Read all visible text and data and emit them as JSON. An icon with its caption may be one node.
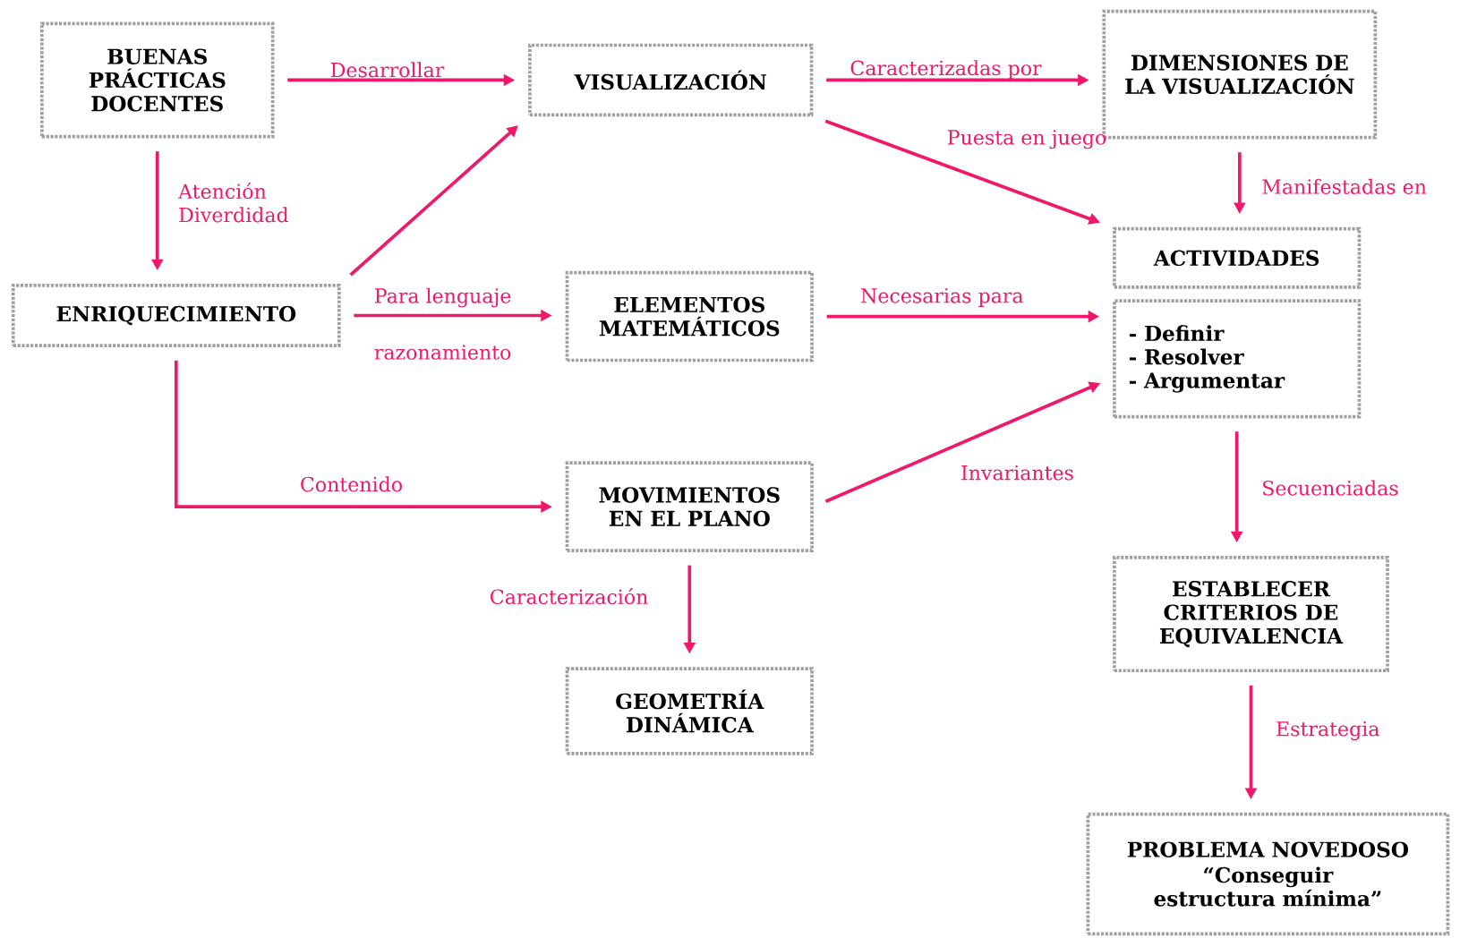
{
  "diagram": {
    "nodes": [
      {
        "text": [
          "BUENAS PRÁCTICAS DOCENTES"
        ]
      },
      {
        "text": [
          "VISUALIZACIÓN"
        ]
      },
      {
        "text": [
          "DIMENSIONES DE LA VISUALIZACIÓN"
        ]
      },
      {
        "text": [
          "ENRIQUECIMIENTO"
        ]
      },
      {
        "text": [
          "ELEMENTOS MATEMÁTICOS"
        ]
      },
      {
        "text": [
          "ACTIVIDADES"
        ]
      },
      {
        "text": [
          "-   Definir",
          "-   Resolver",
          "-   Argumentar"
        ]
      },
      {
        "text": [
          "MOVIMIENTOS EN EL PLANO"
        ]
      },
      {
        "text": [
          "GEOMETRÍA DINÁMICA"
        ]
      },
      {
        "text": [
          "ESTABLECER CRITERIOS DE EQUIVALENCIA"
        ]
      },
      {
        "text": [
          "PROBLEMA NOVEDOSO",
          "“Conseguir estructura mínima”"
        ]
      }
    ],
    "edges": [
      {
        "from": 0,
        "to": 1,
        "arrow": "to",
        "label": "Desarrollar"
      },
      {
        "from": 1,
        "to": 2,
        "arrow": "to",
        "label": "Caracterizadas por"
      },
      {
        "from": 1,
        "to": 5,
        "arrow": "to",
        "label": "Puesta en juego"
      },
      {
        "from": 2,
        "to": 5,
        "arrow": "to",
        "label": "Manifestadas en"
      },
      {
        "from": 0,
        "to": 3,
        "arrow": "to",
        "label": "Atención Diverdidad"
      },
      {
        "from": 3,
        "to": 1,
        "arrow": "to"
      },
      {
        "from": 3,
        "to": 4,
        "arrow": "to",
        "label": "Para lenguaje"
      },
      {
        "from": 4,
        "to": 6,
        "arrow": "to",
        "label": "Necesarias para"
      },
      {
        "from": 7,
        "to": 6,
        "arrow": "to",
        "label": "Invariantes"
      },
      {
        "from": 3,
        "to": 7,
        "arrow": "to",
        "label": "Contenido"
      },
      {
        "from": 7,
        "to": 8,
        "arrow": "to",
        "label": "Caracterización"
      },
      {
        "from": 6,
        "to": 9,
        "arrow": "to",
        "label": "Secuenciadas"
      },
      {
        "from": 9,
        "to": 10,
        "arrow": "to",
        "label": "Estrategia"
      }
    ],
    "labels": [
      "razonamiento"
    ]
  }
}
